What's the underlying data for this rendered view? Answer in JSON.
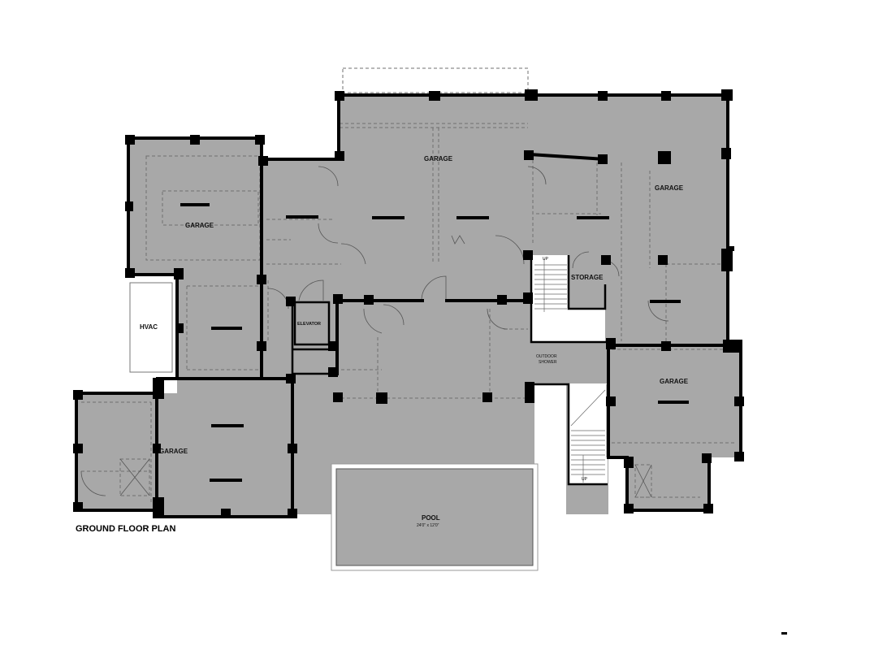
{
  "plan": {
    "title": "GROUND FLOOR PLAN",
    "rooms": {
      "garage_left_top": "GARAGE",
      "garage_center": "GARAGE",
      "garage_right_top": "GARAGE",
      "garage_right_bottom": "GARAGE",
      "garage_left_bottom": "GARAGE",
      "hvac": "HVAC",
      "elevator": "ELEVATOR",
      "storage": "STORAGE",
      "outdoor_shower_line1": "OUTDOOR",
      "outdoor_shower_line2": "SHOWER",
      "stair_up_top": "UP",
      "stair_up_bottom": "UP",
      "pool": "POOL",
      "pool_dimensions": "24'0\" x 12'0\""
    }
  }
}
